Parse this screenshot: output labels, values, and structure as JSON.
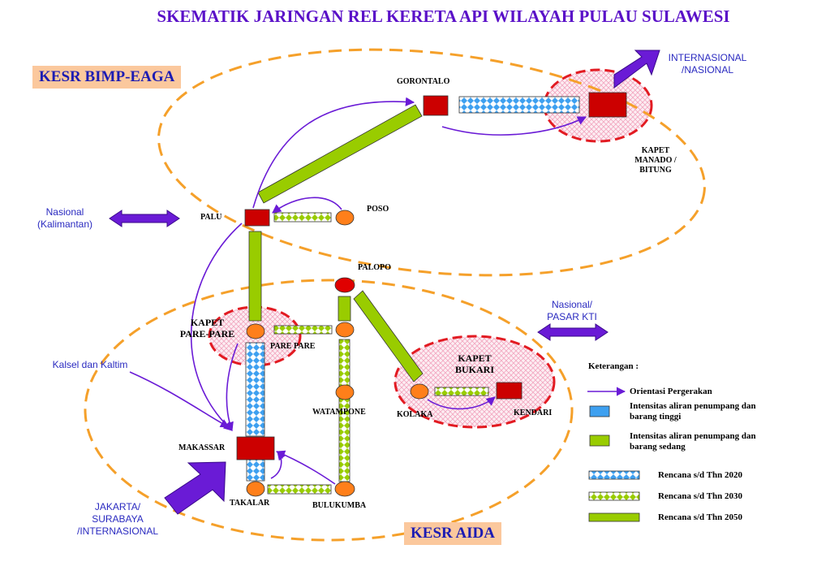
{
  "title": "SKEMATIK JARINGAN REL KERETA API WILAYAH PULAU SULAWESI",
  "regions": {
    "kesr_north": "KESR BIMP-EAGA",
    "kesr_south": "KESR AIDA"
  },
  "external_links": {
    "internasional": [
      "INTERNASIONAL",
      "/NASIONAL"
    ],
    "kalimantan": [
      "Nasional",
      "(Kalimantan)"
    ],
    "pasar_kti": [
      "Nasional/",
      "PASAR KTI"
    ],
    "kalsel": "Kalsel dan Kaltim",
    "jakarta": [
      "JAKARTA/",
      "SURABAYA",
      "/INTERNASIONAL"
    ]
  },
  "cities": {
    "gorontalo": "GORONTALO",
    "palu": "PALU",
    "poso": "POSO",
    "palopo": "PALOPO",
    "pare_pare": "PARE PARE",
    "watampone": "WATAMPONE",
    "kolaka": "KOLAKA",
    "kendari": "KENDARI",
    "makassar": "MAKASSAR",
    "takalar": "TAKALAR",
    "bulukumba": "BULUKUMBA"
  },
  "kapet": {
    "manado": [
      "KAPET",
      "MANADO /",
      "BITUNG"
    ],
    "pare_pare": [
      "KAPET",
      "PARE-PARE"
    ],
    "bukari": [
      "KAPET",
      "BUKARI"
    ]
  },
  "legend": {
    "heading": "Keterangan :",
    "items": [
      {
        "kind": "arrow",
        "label": "Orientasi Pergerakan"
      },
      {
        "kind": "solid-blue",
        "label": [
          "Intensitas aliran penumpang dan",
          "barang tinggi"
        ]
      },
      {
        "kind": "solid-green",
        "label": [
          "Intensitas aliran penumpang dan",
          "barang sedang"
        ]
      },
      {
        "kind": "check-blue",
        "label": "Rencana s/d Thn 2020"
      },
      {
        "kind": "check-green",
        "label": "Rencana s/d Thn 2030"
      },
      {
        "kind": "solid-green-bar",
        "label": "Rencana s/d Thn 2050"
      }
    ]
  },
  "colors": {
    "title": "#5a10c8",
    "region_ellipse": "#f5a02a",
    "kapet_ring": "#e21b22",
    "node_major": "#cc0000",
    "node_minor": "#ff7f1a",
    "rail_green": "#99cc00",
    "rail_blue": "#3399ff",
    "arrow_purple": "#6a1bd6"
  }
}
